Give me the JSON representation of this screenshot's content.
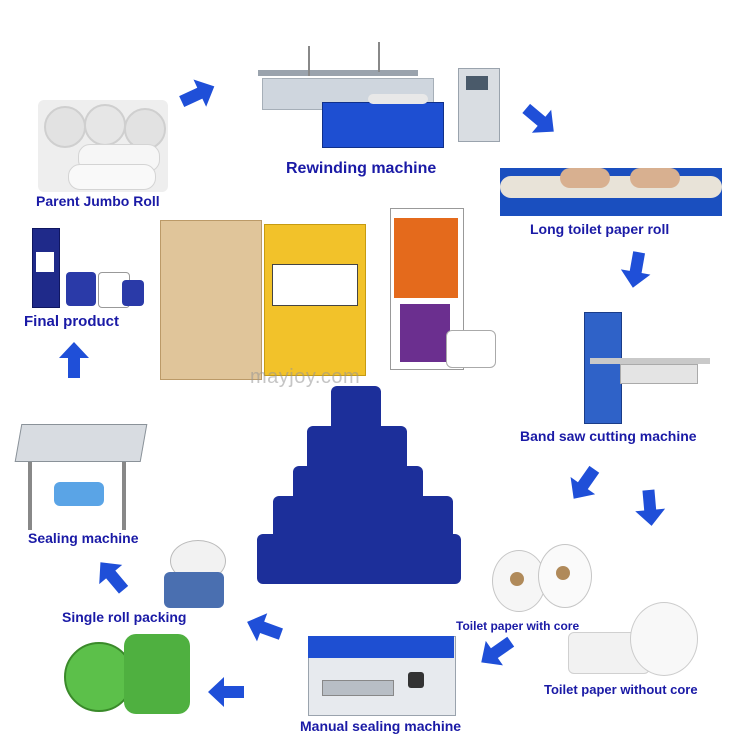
{
  "labels": {
    "parent_jumbo_roll": "Parent Jumbo Roll",
    "rewinding_machine": "Rewinding machine",
    "long_toilet_paper_roll": "Long toilet paper roll",
    "band_saw_cutting_machine": "Band saw cutting machine",
    "toilet_paper_with_core": "Toilet paper with core",
    "toilet_paper_without_core": "Toilet paper without core",
    "manual_sealing_machine": "Manual sealing machine",
    "single_roll_packing": "Single roll packing",
    "sealing_machine": "Sealing machine",
    "final_product": "Final product"
  },
  "watermark": "mayjoy.com",
  "colors": {
    "label": "#1a1aa6",
    "arrow": "#1f4fd8"
  },
  "icons": {
    "arrow": "arrow-icon"
  }
}
